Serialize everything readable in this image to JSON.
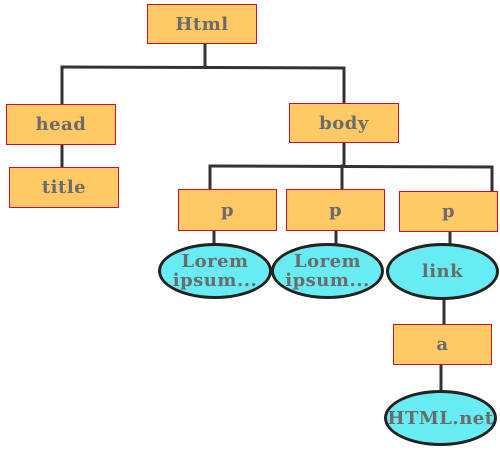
{
  "diagram": {
    "nodes": {
      "html": "Html",
      "head": "head",
      "title": "title",
      "body": "body",
      "p1": "p",
      "p2": "p",
      "p3": "p",
      "text1": "Lorem ipsum...",
      "text2": "Lorem ipsum...",
      "link": "link",
      "a": "a",
      "href": "HTML.net"
    },
    "colors": {
      "element_fill": "#ffc966",
      "element_border": "#c8102e",
      "leaf_fill": "#66ecf2",
      "leaf_border": "#222222",
      "connector": "#333333",
      "label": "#6b6b6b"
    }
  }
}
